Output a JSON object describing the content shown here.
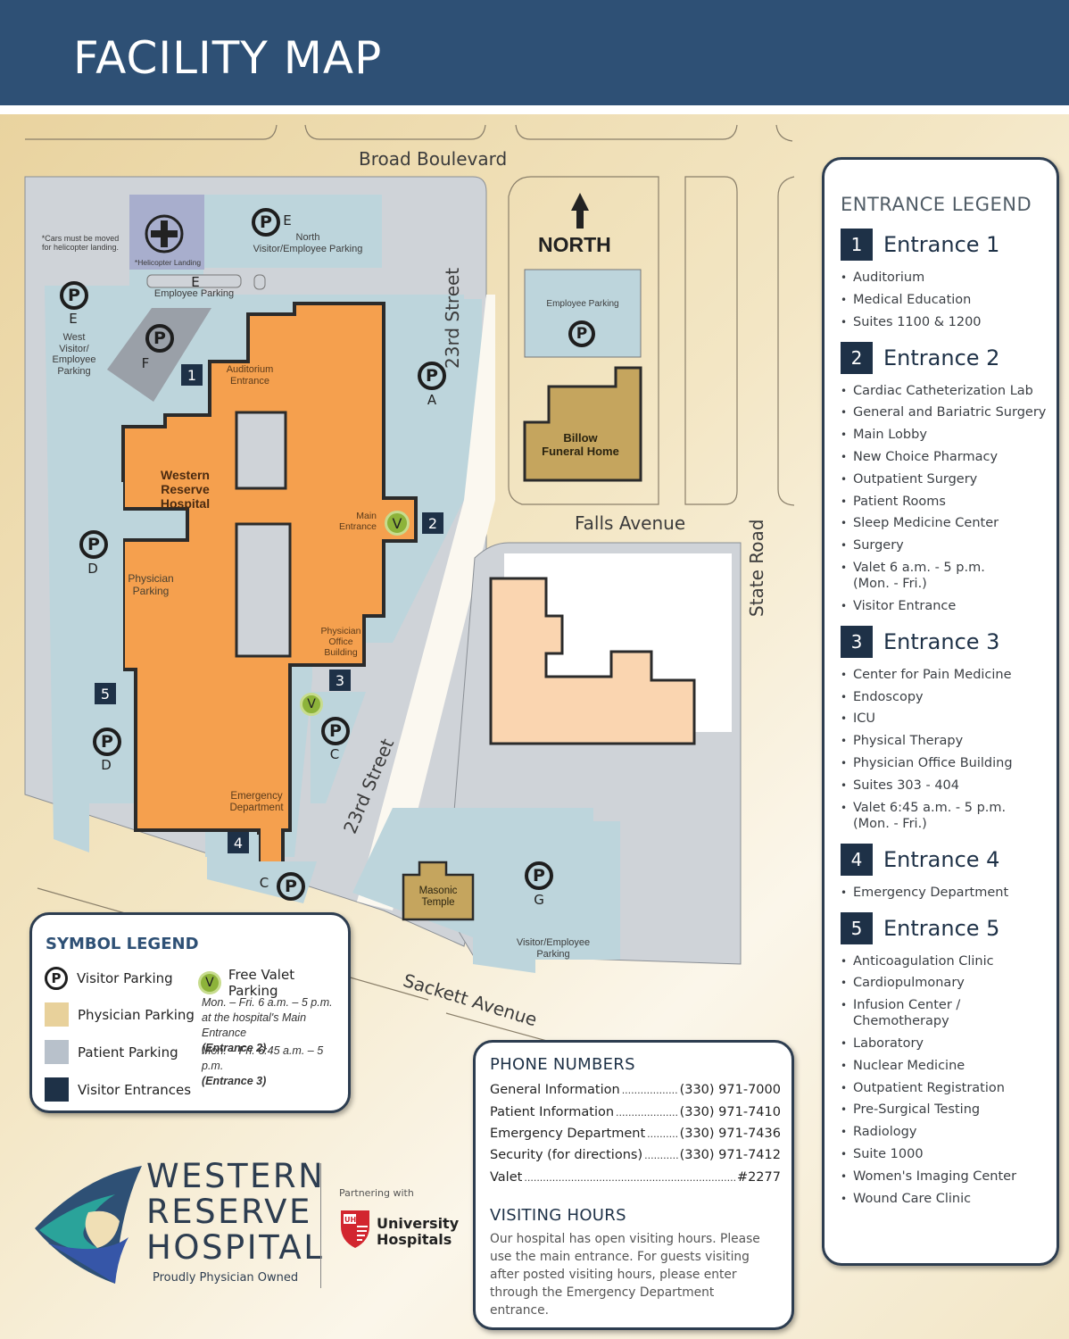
{
  "header": {
    "title": "FACILITY MAP"
  },
  "map": {
    "streets": {
      "broad_boulevard": "Broad Boulevard",
      "twenty_third_street_north": "23rd Street",
      "twenty_third_street_south": "23rd Street",
      "falls_avenue": "Falls Avenue",
      "state_road": "State Road",
      "sackett_avenue": "Sackett Avenue"
    },
    "north_label": "NORTH",
    "helicopter": {
      "note": "*Cars must be moved\nfor helicopter landing.",
      "label": "*Helicopter Landing",
      "glyph": "H"
    },
    "parking_lots": [
      {
        "id": "E-north",
        "letter": "E",
        "label": "North\nVisitor/Employee Parking"
      },
      {
        "id": "E-employee",
        "letter": "E",
        "label": "Employee Parking"
      },
      {
        "id": "E-west",
        "letter": "E",
        "label": "West\nVisitor/\nEmployee\nParking"
      },
      {
        "id": "F",
        "letter": "F",
        "label": ""
      },
      {
        "id": "A",
        "letter": "A",
        "label": ""
      },
      {
        "id": "D-north",
        "letter": "D",
        "label": ""
      },
      {
        "id": "D-south",
        "letter": "D",
        "label": ""
      },
      {
        "id": "C-north",
        "letter": "C",
        "label": ""
      },
      {
        "id": "C-south",
        "letter": "C",
        "label": ""
      },
      {
        "id": "G",
        "letter": "G",
        "label": "Visitor/Employee\nParking"
      },
      {
        "id": "employee-east",
        "letter": "",
        "label": "Employee Parking"
      }
    ],
    "p_glyph": "P",
    "v_glyph": "V",
    "buildings": {
      "hospital": "Western\nReserve\nHospital",
      "auditorium_entrance": "Auditorium\nEntrance",
      "main_entrance": "Main\nEntrance",
      "physician_office_building": "Physician\nOffice\nBuilding",
      "emergency_department": "Emergency\nDepartment",
      "physician_parking": "Physician\nParking",
      "billow": "Billow\nFuneral Home",
      "masonic": "Masonic\nTemple"
    },
    "entrance_badges": [
      "1",
      "2",
      "3",
      "4",
      "5"
    ]
  },
  "entrance_legend": {
    "title": "ENTRANCE LEGEND",
    "entrances": [
      {
        "number": "1",
        "name": "Entrance 1",
        "items": [
          "Auditorium",
          "Medical Education",
          "Suites 1100 & 1200"
        ]
      },
      {
        "number": "2",
        "name": "Entrance 2",
        "items": [
          "Cardiac Catheterization Lab",
          "General and Bariatric Surgery",
          "Main Lobby",
          "New Choice Pharmacy",
          "Outpatient Surgery",
          "Patient Rooms",
          "Sleep Medicine Center",
          "Surgery",
          "Valet 6 a.m. - 5 p.m.\n(Mon. - Fri.)",
          "Visitor Entrance"
        ]
      },
      {
        "number": "3",
        "name": "Entrance 3",
        "items": [
          "Center for Pain Medicine",
          "Endoscopy",
          "ICU",
          "Physical Therapy",
          "Physician Office Building",
          "Suites 303 - 404",
          "Valet 6:45 a.m. - 5 p.m.\n(Mon. - Fri.)"
        ]
      },
      {
        "number": "4",
        "name": "Entrance 4",
        "items": [
          "Emergency Department"
        ]
      },
      {
        "number": "5",
        "name": "Entrance 5",
        "items": [
          "Anticoagulation Clinic",
          "Cardiopulmonary",
          "Infusion Center /\nChemotherapy",
          "Laboratory",
          "Nuclear Medicine",
          "Outpatient Registration",
          "Pre-Surgical Testing",
          "Radiology",
          "Suite 1000",
          "Women's Imaging Center",
          "Wound Care Clinic"
        ]
      }
    ]
  },
  "symbol_legend": {
    "title": "SYMBOL LEGEND",
    "items": [
      {
        "label": "Visitor Parking",
        "symbol": "P"
      },
      {
        "label": "Physician Parking",
        "color": "#e8d19b"
      },
      {
        "label": "Patient Parking",
        "color": "#b8c1cb"
      },
      {
        "label": "Visitor Entrances",
        "color": "#1e3147"
      }
    ],
    "valet": {
      "label": "Free Valet Parking",
      "symbol": "V",
      "note1": "Mon. – Fri. 6 a.m. – 5 p.m. at the hospital's Main Entrance",
      "note1_ref": "(Entrance 2)",
      "note2": "Mon. – Fri. 6:45 a.m. – 5 p.m.",
      "note2_ref": "(Entrance 3)"
    }
  },
  "phone_numbers": {
    "title": "PHONE NUMBERS",
    "rows": [
      {
        "label": "General Information",
        "number": "(330) 971-7000"
      },
      {
        "label": "Patient Information",
        "number": "(330) 971-7410"
      },
      {
        "label": "Emergency Department",
        "number": "(330) 971-7436"
      },
      {
        "label": "Security (for directions)",
        "number": "(330) 971-7412"
      },
      {
        "label": "Valet",
        "number": "#2277"
      }
    ]
  },
  "visiting_hours": {
    "title": "VISITING HOURS",
    "text": "Our hospital has open visiting hours. Please use the main entrance. For guests visiting after posted visiting hours, please enter through the Emergency Department entrance."
  },
  "branding": {
    "hospital_logo_lines": [
      "WESTERN",
      "RESERVE",
      "HOSPITAL"
    ],
    "tagline": "Proudly Physician Owned",
    "partner_label": "Partnering with",
    "partner_name": "University\nHospitals",
    "partner_mark": "UH"
  },
  "colors": {
    "header": "#2e5075",
    "hospital_building": "#f5a04e",
    "visitor_parking_lot": "#bdd5dc",
    "patient_parking": "#cfd3d8",
    "physician_parking": "#e8d19b",
    "entrance_badge": "#1e3147",
    "valet_green": "#8db33a",
    "neighbor_building": "#c5a55e",
    "other_building": "#fad5b0"
  }
}
